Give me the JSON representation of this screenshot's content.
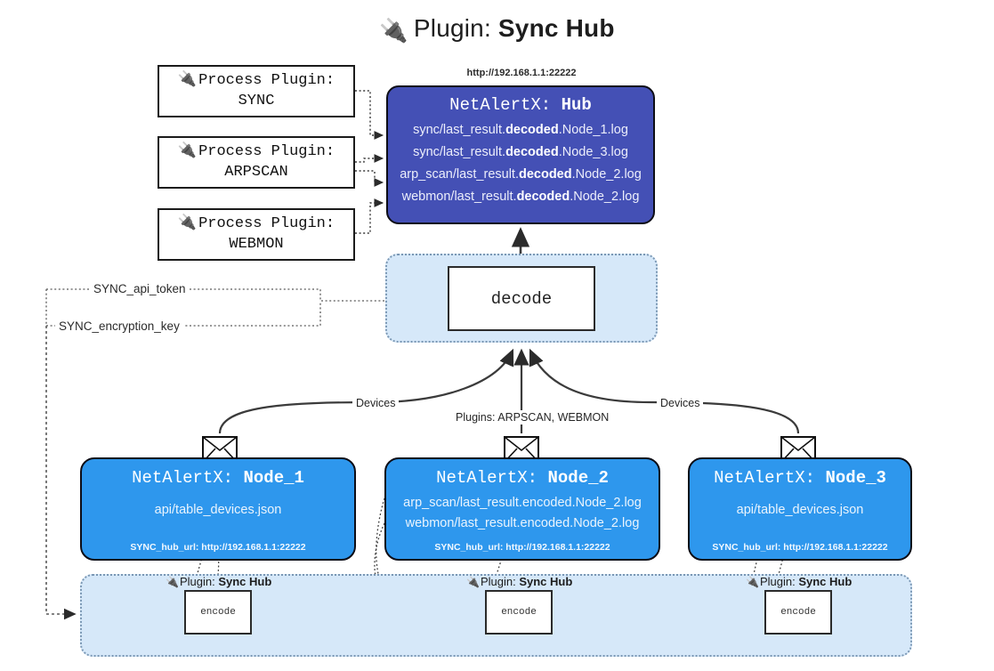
{
  "title": {
    "icon": "plug-icon",
    "prefix": "Plugin:",
    "name": "Sync Hub"
  },
  "process_plugins": [
    {
      "icon": "plug-icon",
      "label": "Process Plugin:",
      "name": "SYNC"
    },
    {
      "icon": "plug-icon",
      "label": "Process Plugin:",
      "name": "ARPSCAN"
    },
    {
      "icon": "plug-icon",
      "label": "Process Plugin:",
      "name": "WEBMON"
    }
  ],
  "hub": {
    "url": "http://192.168.1.1:22222",
    "title_prefix": "NetAlertX:",
    "title_name": "Hub",
    "logs": [
      {
        "pre": "sync/last_result.",
        "bold": "decoded",
        "post": ".Node_1.log"
      },
      {
        "pre": "sync/last_result.",
        "bold": "decoded",
        "post": ".Node_3.log"
      },
      {
        "pre": "arp_scan/last_result.",
        "bold": "decoded",
        "post": ".Node_2.log"
      },
      {
        "pre": "webmon/last_result.",
        "bold": "decoded",
        "post": ".Node_2.log"
      }
    ],
    "fill_color": "#4450b5"
  },
  "tokens": {
    "api_token": "SYNC_api_token",
    "encryption_key": "SYNC_encryption_key"
  },
  "decode": {
    "label": "decode",
    "container_color": "#d6e8f9"
  },
  "edge_labels": {
    "devices_left": "Devices",
    "devices_right": "Devices",
    "plugins_middle": "Plugins: ARPSCAN, WEBMON"
  },
  "nodes": [
    {
      "icon": "envelope-icon",
      "title_prefix": "NetAlertX:",
      "title_name": "Node_1",
      "lines": [
        "api/table_devices.json"
      ],
      "footer": "SYNC_hub_url: http://192.168.1.1:22222",
      "fill_color": "#2e97ed"
    },
    {
      "icon": "envelope-icon",
      "title_prefix": "NetAlertX:",
      "title_name": "Node_2",
      "lines": [
        "arp_scan/last_result.encoded.Node_2.log",
        "webmon/last_result.encoded.Node_2.log"
      ],
      "footer": "SYNC_hub_url: http://192.168.1.1:22222",
      "fill_color": "#2e97ed"
    },
    {
      "icon": "envelope-icon",
      "title_prefix": "NetAlertX:",
      "title_name": "Node_3",
      "lines": [
        "api/table_devices.json"
      ],
      "footer": "SYNC_hub_url: http://192.168.1.1:22222",
      "fill_color": "#2e97ed"
    }
  ],
  "bottom_plugins": [
    {
      "icon": "plug-icon",
      "prefix": "Plugin:",
      "name": "Sync Hub",
      "encode_label": "encode"
    },
    {
      "icon": "plug-icon",
      "prefix": "Plugin:",
      "name": "Sync Hub",
      "encode_label": "encode"
    },
    {
      "icon": "plug-icon",
      "prefix": "Plugin:",
      "name": "Sync Hub",
      "encode_label": "encode"
    }
  ]
}
